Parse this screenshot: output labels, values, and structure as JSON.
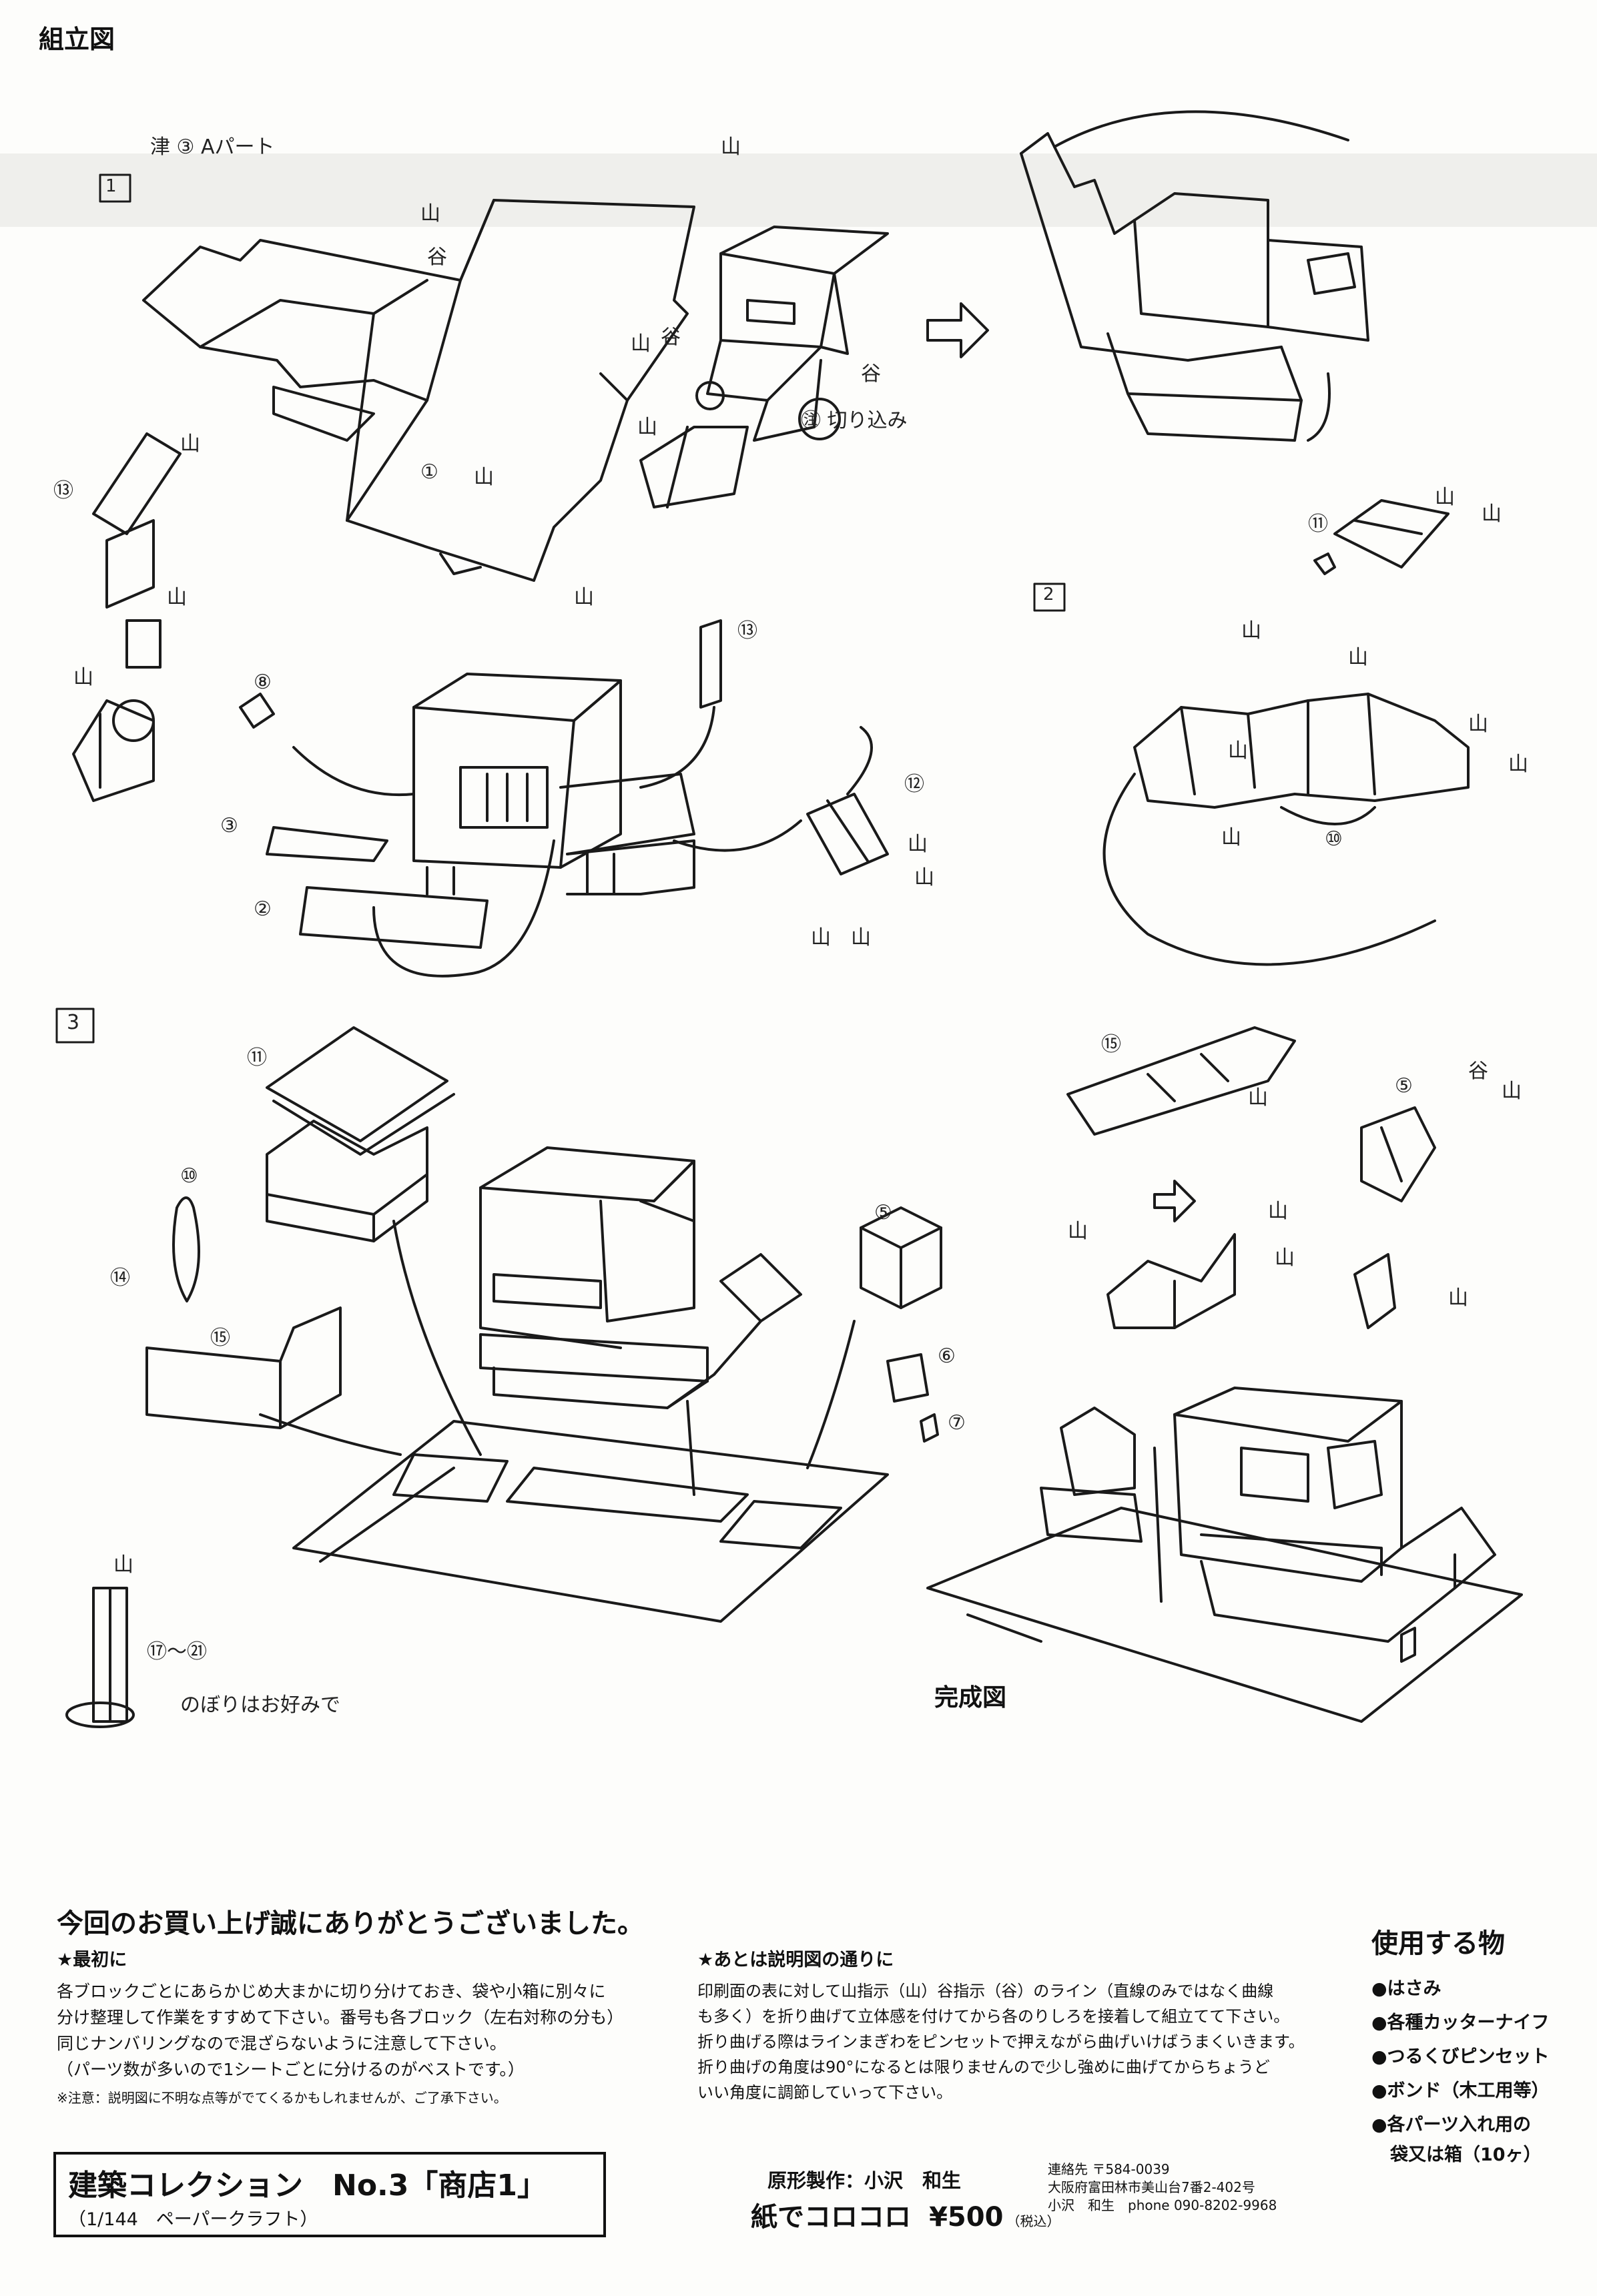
{
  "page": {
    "title": "組立図",
    "completed_label": "完成図"
  },
  "handwritten": {
    "header_note": "津 ③ Aパート",
    "cut_note": "㊟ 切り込み",
    "banner_note": "のぼりはお好みで",
    "range_label": "⑰～㉑",
    "steps": [
      "1",
      "2",
      "3"
    ],
    "fold_mountain": "山",
    "fold_valley": "谷",
    "part_numbers": [
      "⑬",
      "⑧",
      "③",
      "②",
      "⑫",
      "⑪",
      "⑩",
      "⑭",
      "⑮",
      "⑤",
      "⑥",
      "⑦",
      "①"
    ]
  },
  "notes": {
    "title": "今回のお買い上げ誠にありがとうございました。",
    "left": {
      "heading": "★最初に",
      "lines": [
        "各ブロックごとにあらかじめ大まかに切り分けておき、袋や小箱に別々に",
        "分け整理して作業をすすめて下さい。番号も各ブロック（左右対称の分も）",
        "同じナンバリングなので混ざらないように注意して下さい。",
        "（パーツ数が多いので1シートごとに分けるのがベストです。）"
      ],
      "caution": "※注意：説明図に不明な点等がでてくるかもしれませんが、ご了承下さい。"
    },
    "right": {
      "heading": "★あとは説明図の通りに",
      "lines": [
        "印刷面の表に対して山指示（山）谷指示（谷）のライン（直線のみではなく曲線",
        "も多く）を折り曲げて立体感を付けてから各のりしろを接着して組立てて下さい。",
        "折り曲げる際はラインまぎわをピンセットで押えながら曲げいけばうまくいきます。",
        "折り曲げの角度は90°になるとは限りませんので少し強めに曲げてからちょうど",
        "いい角度に調節していって下さい。"
      ]
    }
  },
  "tools": {
    "title": "使用する物",
    "items": [
      "●はさみ",
      "●各種カッターナイフ",
      "●つるくびピンセット",
      "●ボンド（木工用等）",
      "●各パーツ入れ用の",
      "袋又は箱（10ヶ）"
    ]
  },
  "product": {
    "title": "建築コレクション　No.3「商店1」",
    "subtitle": "（1/144　ペーパークラフト）"
  },
  "credits": {
    "designer": "原形製作：小沢　和生",
    "brand": "紙でコロコロ",
    "price": "¥500",
    "tax": "（税込）"
  },
  "contact": {
    "label": "連絡先 〒584-0039",
    "address": "大阪府富田林市美山台7番2-402号",
    "person": "小沢　和生　phone 090-8202-9968"
  }
}
